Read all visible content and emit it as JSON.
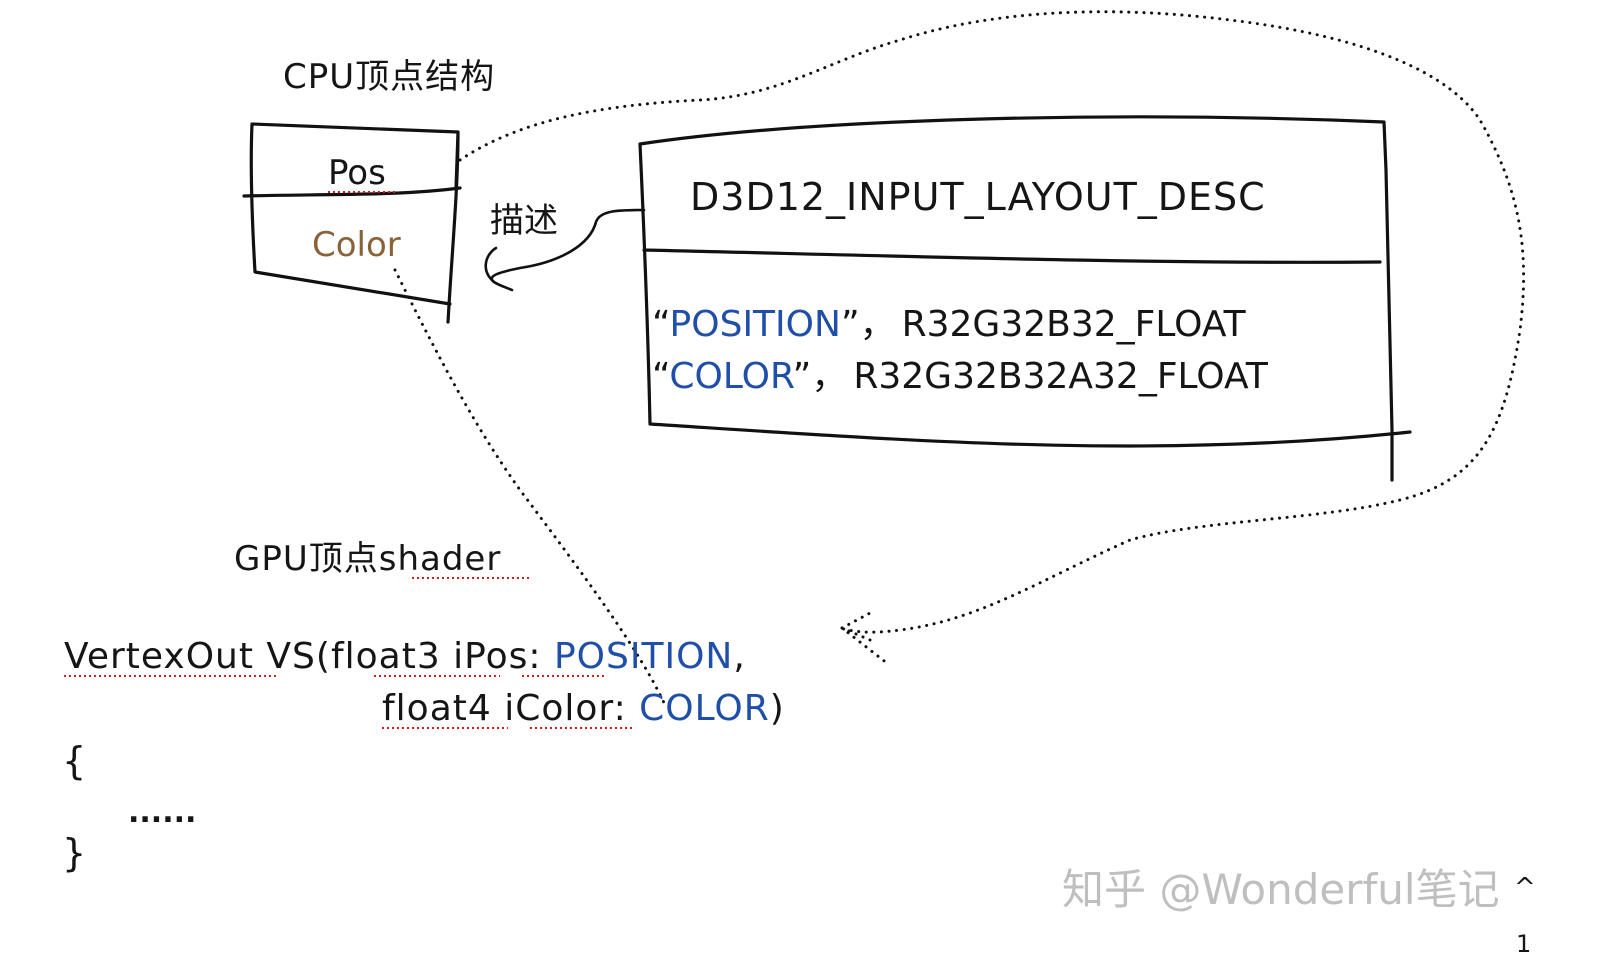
{
  "cpu_title": "CPU顶点结构",
  "cpu_fields": [
    "Pos",
    "Color"
  ],
  "describe_label": "描述",
  "layout_desc": {
    "title": "D3D12_INPUT_LAYOUT_DESC",
    "entries": [
      {
        "semantic": "POSITION",
        "format": "R32G32B32_FLOAT"
      },
      {
        "semantic": "COLOR",
        "format": "R32G32B32A32_FLOAT"
      }
    ],
    "open_quote": "“",
    "close_quote": "”",
    "separator": "，"
  },
  "gpu_title": "GPU顶点shader",
  "shader": {
    "line1": {
      "prefix": "VertexOut VS(float3 iPos: ",
      "semantic": "POSITION",
      "suffix": ","
    },
    "line2": {
      "prefix": "float4 iColor: ",
      "semantic": "COLOR",
      "suffix": ")"
    },
    "open_brace": "{",
    "body": "......",
    "close_brace": "}"
  },
  "watermark": "知乎 @Wonderful笔记",
  "corner_marks": [
    "^",
    "1"
  ],
  "colors": {
    "ink": "#151515",
    "semantic_blue": "#1f4fa8",
    "color_brown": "#8a6238",
    "spellcheck_red": "#d21b1b",
    "watermark_gray": "#bfbfbf"
  }
}
